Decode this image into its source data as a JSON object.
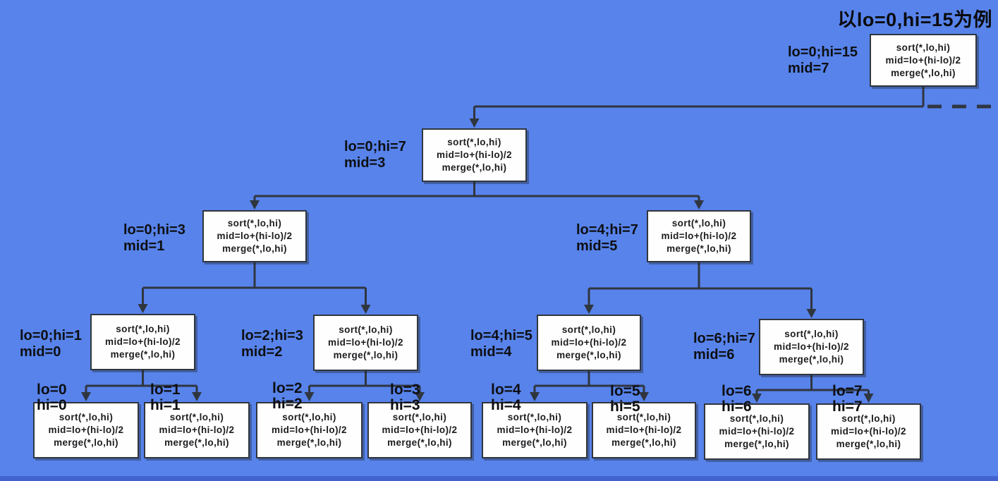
{
  "title": "以lo=0,hi=15为例",
  "box_body": [
    "sort(*,lo,hi)",
    "mid=lo+(hi-lo)/2",
    "merge(*,lo,hi)"
  ],
  "nodes": [
    {
      "id": "root",
      "label": [
        "lo=0;hi=15",
        "mid=7"
      ]
    },
    {
      "id": "n07",
      "label": [
        "lo=0;hi=7",
        "mid=3"
      ]
    },
    {
      "id": "n03",
      "label": [
        "lo=0;hi=3",
        "mid=1"
      ]
    },
    {
      "id": "n47",
      "label": [
        "lo=4;hi=7",
        "mid=5"
      ]
    },
    {
      "id": "n01",
      "label": [
        "lo=0;hi=1",
        "mid=0"
      ]
    },
    {
      "id": "n23",
      "label": [
        "lo=2;hi=3",
        "mid=2"
      ]
    },
    {
      "id": "n45",
      "label": [
        "lo=4;hi=5",
        "mid=4"
      ]
    },
    {
      "id": "n67",
      "label": [
        "lo=6;hi=7",
        "mid=6"
      ]
    },
    {
      "id": "l0",
      "label": [
        "lo=0",
        "hi=0"
      ]
    },
    {
      "id": "l1",
      "label": [
        "lo=1",
        "hi=1"
      ]
    },
    {
      "id": "l2",
      "label": [
        "lo=2",
        "hi=2"
      ]
    },
    {
      "id": "l3",
      "label": [
        "lo=3",
        "hi=3"
      ]
    },
    {
      "id": "l4",
      "label": [
        "lo=4",
        "hi=4"
      ]
    },
    {
      "id": "l5",
      "label": [
        "lo=5",
        "hi=5"
      ]
    },
    {
      "id": "l6",
      "label": [
        "lo=6",
        "hi=6"
      ]
    },
    {
      "id": "l7",
      "label": [
        "lo=7",
        "hi=7"
      ]
    }
  ],
  "colors": {
    "background": "#5783eb",
    "bottom_strip": "#4263cf",
    "box_fill": "#fefefe",
    "box_border": "#31363d",
    "connector": "#30363f",
    "text": "#1b1c1e"
  }
}
